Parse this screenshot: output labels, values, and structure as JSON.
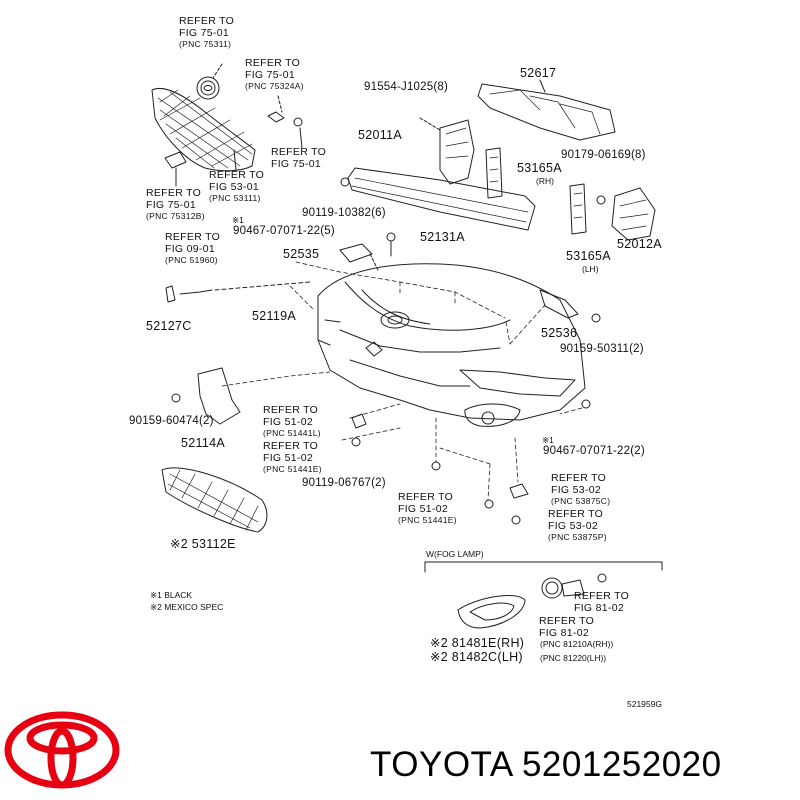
{
  "refs": {
    "r1": [
      "REFER TO",
      "FIG 75-01",
      "(PNC 75311)"
    ],
    "r2": [
      "REFER TO",
      "FIG 75-01",
      "(PNC 75324A)"
    ],
    "r3": [
      "REFER TO",
      "FIG 75-01"
    ],
    "r4": [
      "REFER TO",
      "FIG 53-01",
      "(PNC 53111)"
    ],
    "r5": [
      "REFER TO",
      "FIG 75-01",
      "(PNC 75312B)"
    ],
    "r6": [
      "REFER TO",
      "FIG 09-01",
      "(PNC 51960)"
    ],
    "r7": [
      "REFER TO",
      "FIG 51-02",
      "(PNC 51441L)"
    ],
    "r8": [
      "REFER TO",
      "FIG 51-02",
      "(PNC 51441E)"
    ],
    "r9": [
      "REFER TO",
      "FIG 51-02",
      "(PNC 51441E)"
    ],
    "r10": [
      "REFER TO",
      "FIG 53-02",
      "(PNC 53875C)"
    ],
    "r11": [
      "REFER TO",
      "FIG 53-02",
      "(PNC 53875P)"
    ],
    "r12": [
      "REFER TO",
      "FIG 81-02"
    ],
    "r13": [
      "REFER TO",
      "FIG 81-02"
    ]
  },
  "parts": {
    "p91554": "91554-J1025(8)",
    "p52617": "52617",
    "p52011A": "52011A",
    "p53165A_rh": "53165A",
    "rh": "(RH)",
    "p90179": "90179-06169(8)",
    "p90119a": "90119-10382(6)",
    "mark1a": "※1",
    "p90467a": "90467-07071-22(5)",
    "p52131A": "52131A",
    "p52012A": "52012A",
    "p53165A_lh": "53165A",
    "lh": "(LH)",
    "p52535": "52535",
    "p52119A": "52119A",
    "p52127C": "52127C",
    "p52536": "52536",
    "p90159a": "90159-50311(2)",
    "p90159b": "90159-60474(2)",
    "p52114A": "52114A",
    "mark1b": "※1",
    "p90467b": "90467-07071-22(2)",
    "p90119b": "90119-06767(2)",
    "p53112E": "※2 53112E",
    "fog_header": "W(FOG LAMP)",
    "p81481E": "※2 81481E(RH)",
    "p81482C": "※2 81482C(LH)",
    "pnc81210": "(PNC 81210A(RH))",
    "pnc81220": "(PNC 81220(LH))",
    "note1": "※1 BLACK",
    "note2": "※2 MEXICO SPEC",
    "fig_code": "521959G"
  },
  "brand": {
    "text": "TOYOTA 5201252020",
    "logo_icon": "toyota-logo-icon",
    "logo_color": "#e60012"
  }
}
